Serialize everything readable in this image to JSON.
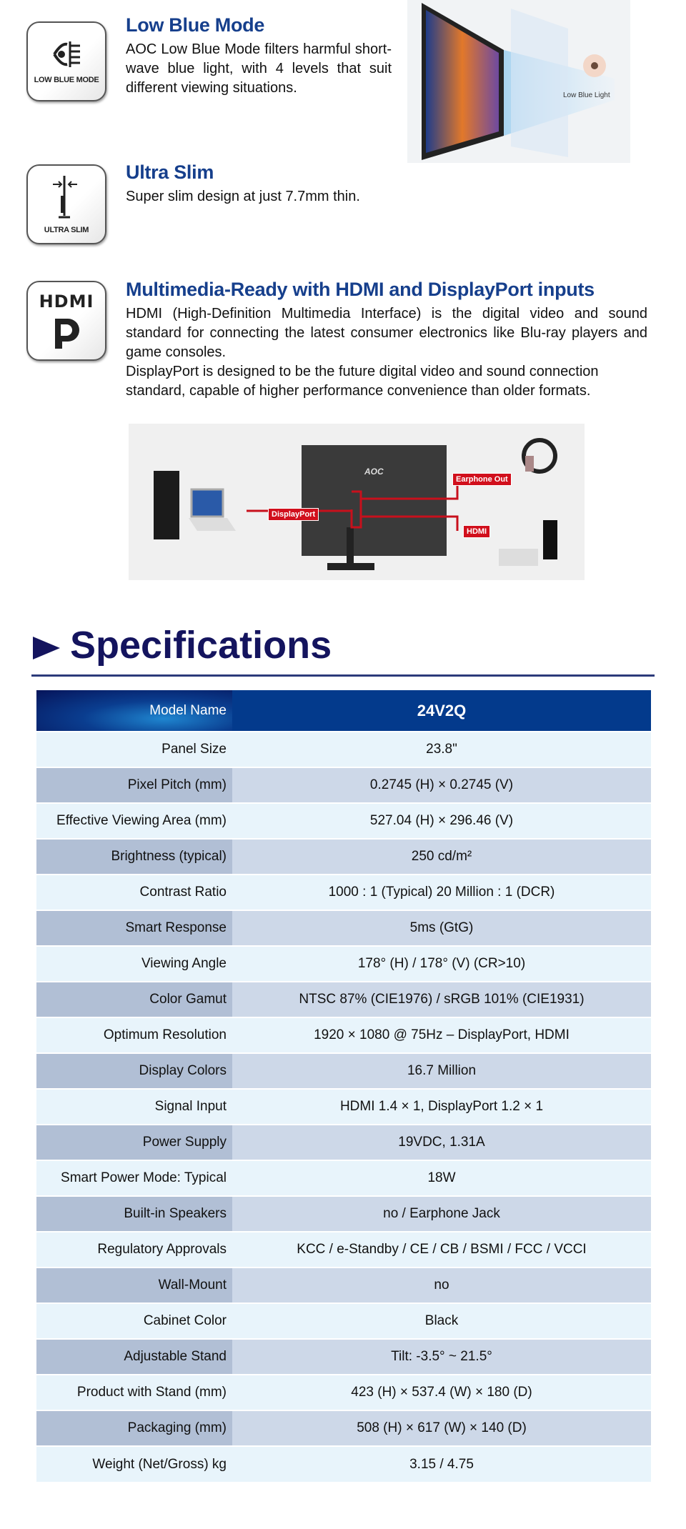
{
  "features": [
    {
      "icon": "low-blue-mode-icon",
      "icon_label": "LOW BLUE MODE",
      "title": "Low Blue Mode",
      "body": [
        "AOC Low Blue Mode filters harmful short-wave blue light, with 4 levels that suit different viewing situations."
      ],
      "image_caption": "Low Blue Light"
    },
    {
      "icon": "ultra-slim-icon",
      "icon_label": "ULTRA SLIM",
      "title": "Ultra Slim",
      "body": [
        "Super slim design at just 7.7mm thin."
      ]
    },
    {
      "icon": "hdmi-displayport-icon",
      "icon_label": "HDMI",
      "title": "Multimedia-Ready with HDMI and DisplayPort inputs",
      "body": [
        "HDMI (High-Definition Multimedia Interface) is the digital video and sound standard for connecting the latest consumer electronics like Blu-ray players and game consoles.",
        "DisplayPort is designed to be the future digital video and sound connection standard, capable of higher performance convenience than older formats."
      ]
    }
  ],
  "diagram": {
    "brand": "AOC",
    "labels": [
      "DisplayPort",
      "Earphone Out",
      "HDMI"
    ]
  },
  "specs": {
    "title": "Specifications",
    "header": {
      "label": "Model Name",
      "value": "24V2Q"
    },
    "rows": [
      [
        "Panel Size",
        "23.8\""
      ],
      [
        "Pixel Pitch (mm)",
        "0.2745 (H) × 0.2745 (V)"
      ],
      [
        "Effective Viewing Area (mm)",
        "527.04 (H) × 296.46 (V)"
      ],
      [
        "Brightness (typical)",
        "250 cd/m²"
      ],
      [
        "Contrast Ratio",
        "1000 : 1 (Typical)   20 Million : 1 (DCR)"
      ],
      [
        "Smart Response",
        "5ms (GtG)"
      ],
      [
        "Viewing Angle",
        "178° (H) / 178° (V) (CR>10)"
      ],
      [
        "Color Gamut",
        "NTSC 87% (CIE1976) / sRGB 101% (CIE1931)"
      ],
      [
        "Optimum Resolution",
        "1920 × 1080 @ 75Hz – DisplayPort, HDMI"
      ],
      [
        "Display Colors",
        "16.7 Million"
      ],
      [
        "Signal Input",
        "HDMI 1.4 × 1, DisplayPort 1.2 × 1"
      ],
      [
        "Power Supply",
        "19VDC, 1.31A"
      ],
      [
        "Smart Power Mode: Typical",
        "18W"
      ],
      [
        "Built-in Speakers",
        "no / Earphone Jack"
      ],
      [
        "Regulatory Approvals",
        "KCC / e-Standby / CE / CB / BSMI / FCC / VCCI"
      ],
      [
        "Wall-Mount",
        "no"
      ],
      [
        "Cabinet Color",
        "Black"
      ],
      [
        "Adjustable Stand",
        "Tilt: -3.5° ~ 21.5°"
      ],
      [
        "Product with Stand (mm)",
        "423 (H) × 537.4 (W) × 180 (D)"
      ],
      [
        "Packaging (mm)",
        "508 (H) × 617 (W) × 140 (D)"
      ],
      [
        "Weight (Net/Gross) kg",
        "3.15 / 4.75"
      ]
    ]
  }
}
